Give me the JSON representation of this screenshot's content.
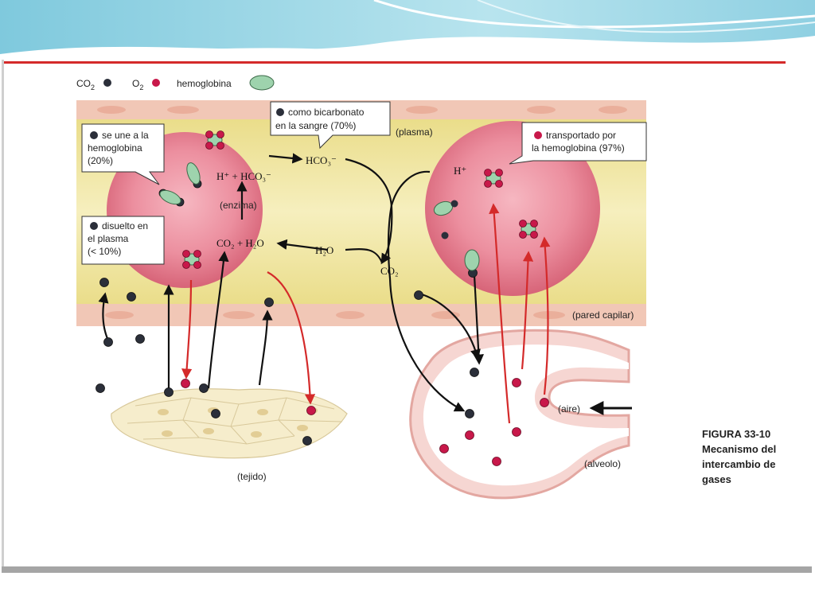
{
  "legend": {
    "co2": "CO",
    "co2_sub": "2",
    "o2": "O",
    "o2_sub": "2",
    "hemoglobin": "hemoglobina"
  },
  "callouts": {
    "binds_hb_1": "se une a la",
    "binds_hb_2": "hemoglobina",
    "binds_hb_3": "(20%)",
    "dissolved_1": "disuelto en",
    "dissolved_2": "el plasma",
    "dissolved_3": "(< 10%)",
    "bicarb_1": "como bicarbonato",
    "bicarb_2": "en la sangre (70%)",
    "transported_1": "transportado por",
    "transported_2": "la hemoglobina (97%)"
  },
  "chemistry": {
    "h_plus_hco3": "H⁺ + HCO₃⁻",
    "enzyme": "(enzima)",
    "co2_h2o": "CO₂ + H₂O",
    "hco3": "HCO₃⁻",
    "h2o": "H₂O",
    "co2": "CO₂",
    "h_plus": "H⁺"
  },
  "labels": {
    "plasma": "(plasma)",
    "capillary_wall": "(pared capilar)",
    "tissue": "(tejido)",
    "air": "(aire)",
    "alveolus": "(alveolo)"
  },
  "figure": {
    "number": "FIGURA  33-10",
    "caption_1": "Mecanismo del",
    "caption_2": "intercambio de",
    "caption_3": "gases"
  },
  "colors": {
    "co2": "#2b2f3a",
    "o2": "#c8184a",
    "hemoglobin": "#9ed3ad",
    "cell": "#e77e8f",
    "plasma": "#f1e6a0",
    "wall": "#f1c7b6",
    "accent_red": "#d42a2a",
    "banner": "#9fd7e5"
  }
}
